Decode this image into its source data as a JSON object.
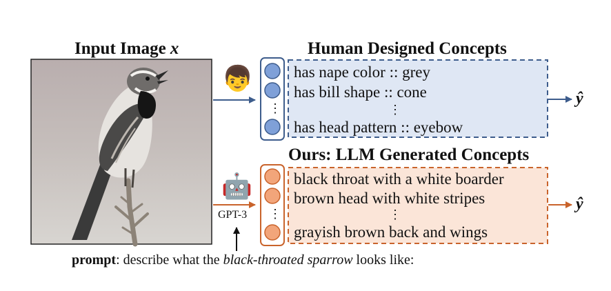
{
  "input": {
    "title_prefix": "Input Image ",
    "title_var": "x"
  },
  "human": {
    "title": "Human Designed Concepts",
    "concepts": [
      "has nape color :: grey",
      "has bill shape :: cone",
      "has head pattern :: eyebow"
    ],
    "ellipsis": "⋮",
    "icon": "person-face-emoji",
    "output": "ŷ"
  },
  "llm": {
    "title": "Ours: LLM Generated Concepts",
    "concepts": [
      "black throat with a white boarder",
      "brown head with white stripes",
      "grayish brown back and wings"
    ],
    "ellipsis": "⋮",
    "icon": "robot-face-emoji",
    "model_label": "GPT-3",
    "output": "ŷ"
  },
  "prompt": {
    "label": "prompt",
    "text_before": ": describe what the ",
    "species": "black-throated sparrow",
    "text_after": " looks like:"
  },
  "colors": {
    "human_fill": "#dfe7f4",
    "human_border": "#3d5c8c",
    "human_circle": "#7fa0d8",
    "llm_fill": "#fbe5d8",
    "llm_border": "#c9632b",
    "llm_circle": "#f2a57a"
  }
}
